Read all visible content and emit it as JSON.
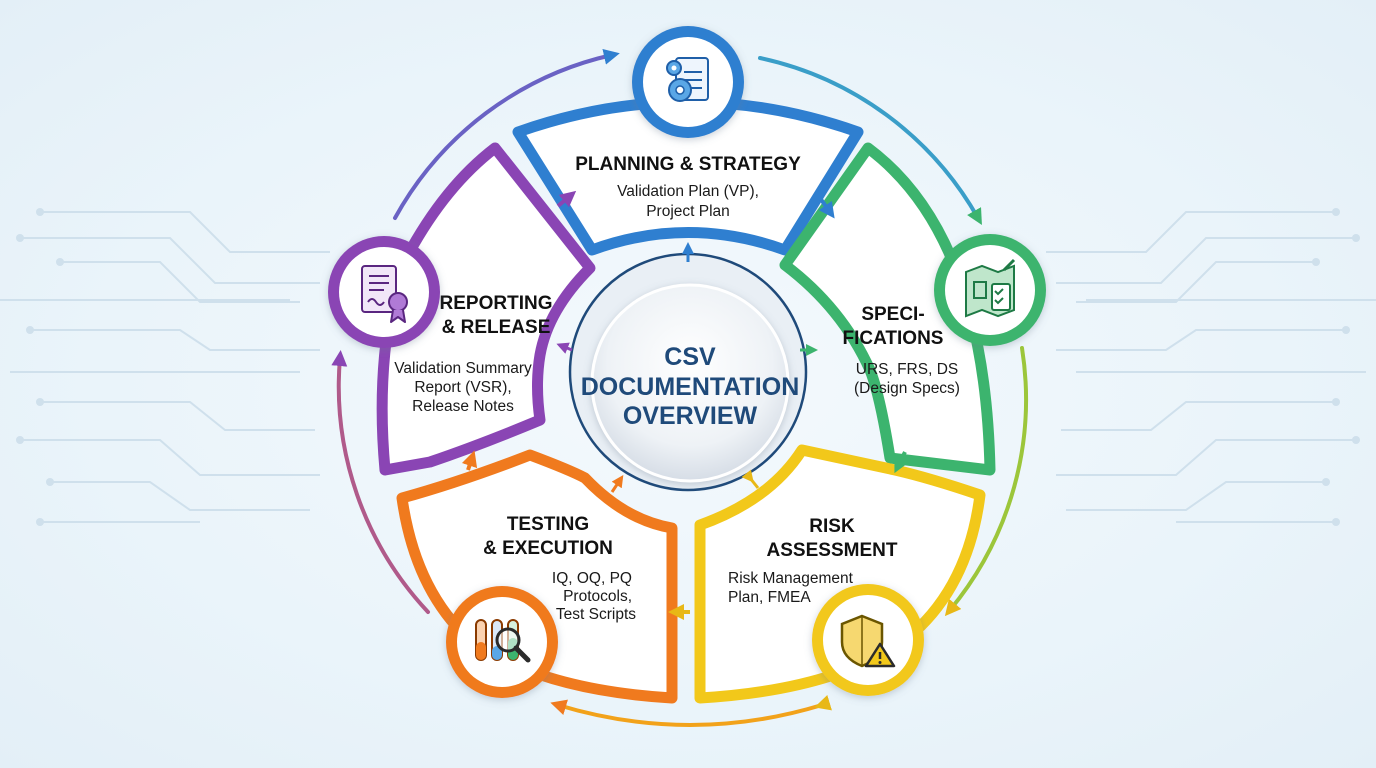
{
  "center": {
    "line1": "CSV",
    "line2": "DOCUMENTATION",
    "line3": "OVERVIEW"
  },
  "stages": {
    "planning": {
      "title": "PLANNING & STRATEGY",
      "desc1": "Validation Plan (VP),",
      "desc2": "Project Plan",
      "color": "#2f7fd0",
      "icon": "document-gears-icon"
    },
    "specifications": {
      "title1": "SPECI-",
      "title2": "FICATIONS",
      "desc1": "URS, FRS, DS",
      "desc2": "(Design Specs)",
      "color": "#3cb46e",
      "icon": "blueprint-checklist-icon"
    },
    "risk": {
      "title1": "RISK",
      "title2": "ASSESSMENT",
      "desc1": "Risk Management",
      "desc2": "Plan, FMEA",
      "color": "#f2c81a",
      "icon": "shield-warning-icon"
    },
    "testing": {
      "title1": "TESTING",
      "title2": "& EXECUTION",
      "desc1": "IQ, OQ, PQ",
      "desc2": "Protocols,",
      "desc3": "Test Scripts",
      "color": "#f07a1e",
      "icon": "test-tubes-magnifier-icon"
    },
    "reporting": {
      "title1": "REPORTING",
      "title2": "& RELEASE",
      "desc1": "Validation Summary",
      "desc2": "Report (VSR),",
      "desc3": "Release Notes",
      "color": "#8a45b4",
      "icon": "certificate-document-icon"
    }
  }
}
